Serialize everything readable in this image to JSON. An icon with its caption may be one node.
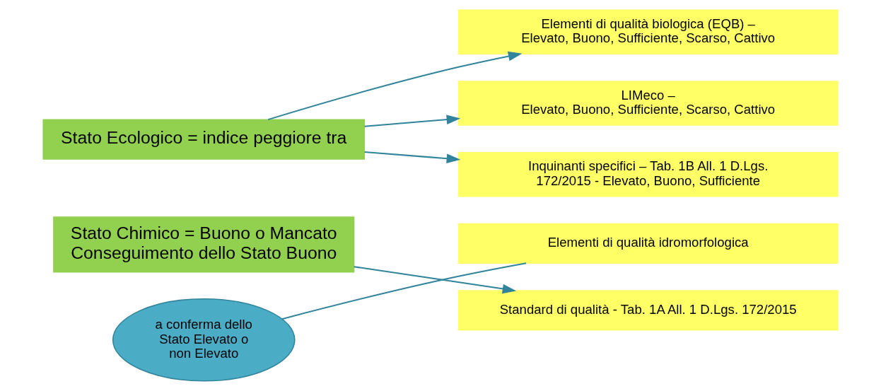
{
  "diagram": {
    "nodes": [
      {
        "text": [
          "Stato Ecologico = indice peggiore tra"
        ]
      },
      {
        "text": [
          "Elementi di qualità biologica (EQB) –",
          "Elevato, Buono, Sufficiente, Scarso, Cattivo"
        ]
      },
      {
        "text": [
          "LIMeco –",
          "Elevato, Buono, Sufficiente, Scarso, Cattivo"
        ]
      },
      {
        "text": [
          "Inquinanti specifici – Tab. 1B All. 1 D.Lgs. 172/2015 - Elevato, Buono, Sufficiente"
        ]
      },
      {
        "text": [
          "a conferma dello Stato Elevato o non Elevato"
        ]
      },
      {
        "text": [
          "Elementi di qualità idromorfologica"
        ]
      },
      {
        "text": [
          "Stato Chimico = Buono o Mancato Conseguimento dello Stato Buono"
        ]
      },
      {
        "text": [
          "Standard di qualità - Tab. 1A All. 1 D.Lgs. 172/2015"
        ]
      }
    ],
    "edges": [
      {
        "from": 0,
        "to": 1,
        "arrow": "to"
      },
      {
        "from": 0,
        "to": 2,
        "arrow": "to"
      },
      {
        "from": 0,
        "to": 3,
        "arrow": "to"
      },
      {
        "from": 4,
        "to": 5,
        "arrow": "none"
      },
      {
        "from": 6,
        "to": 7,
        "arrow": "to"
      }
    ]
  }
}
